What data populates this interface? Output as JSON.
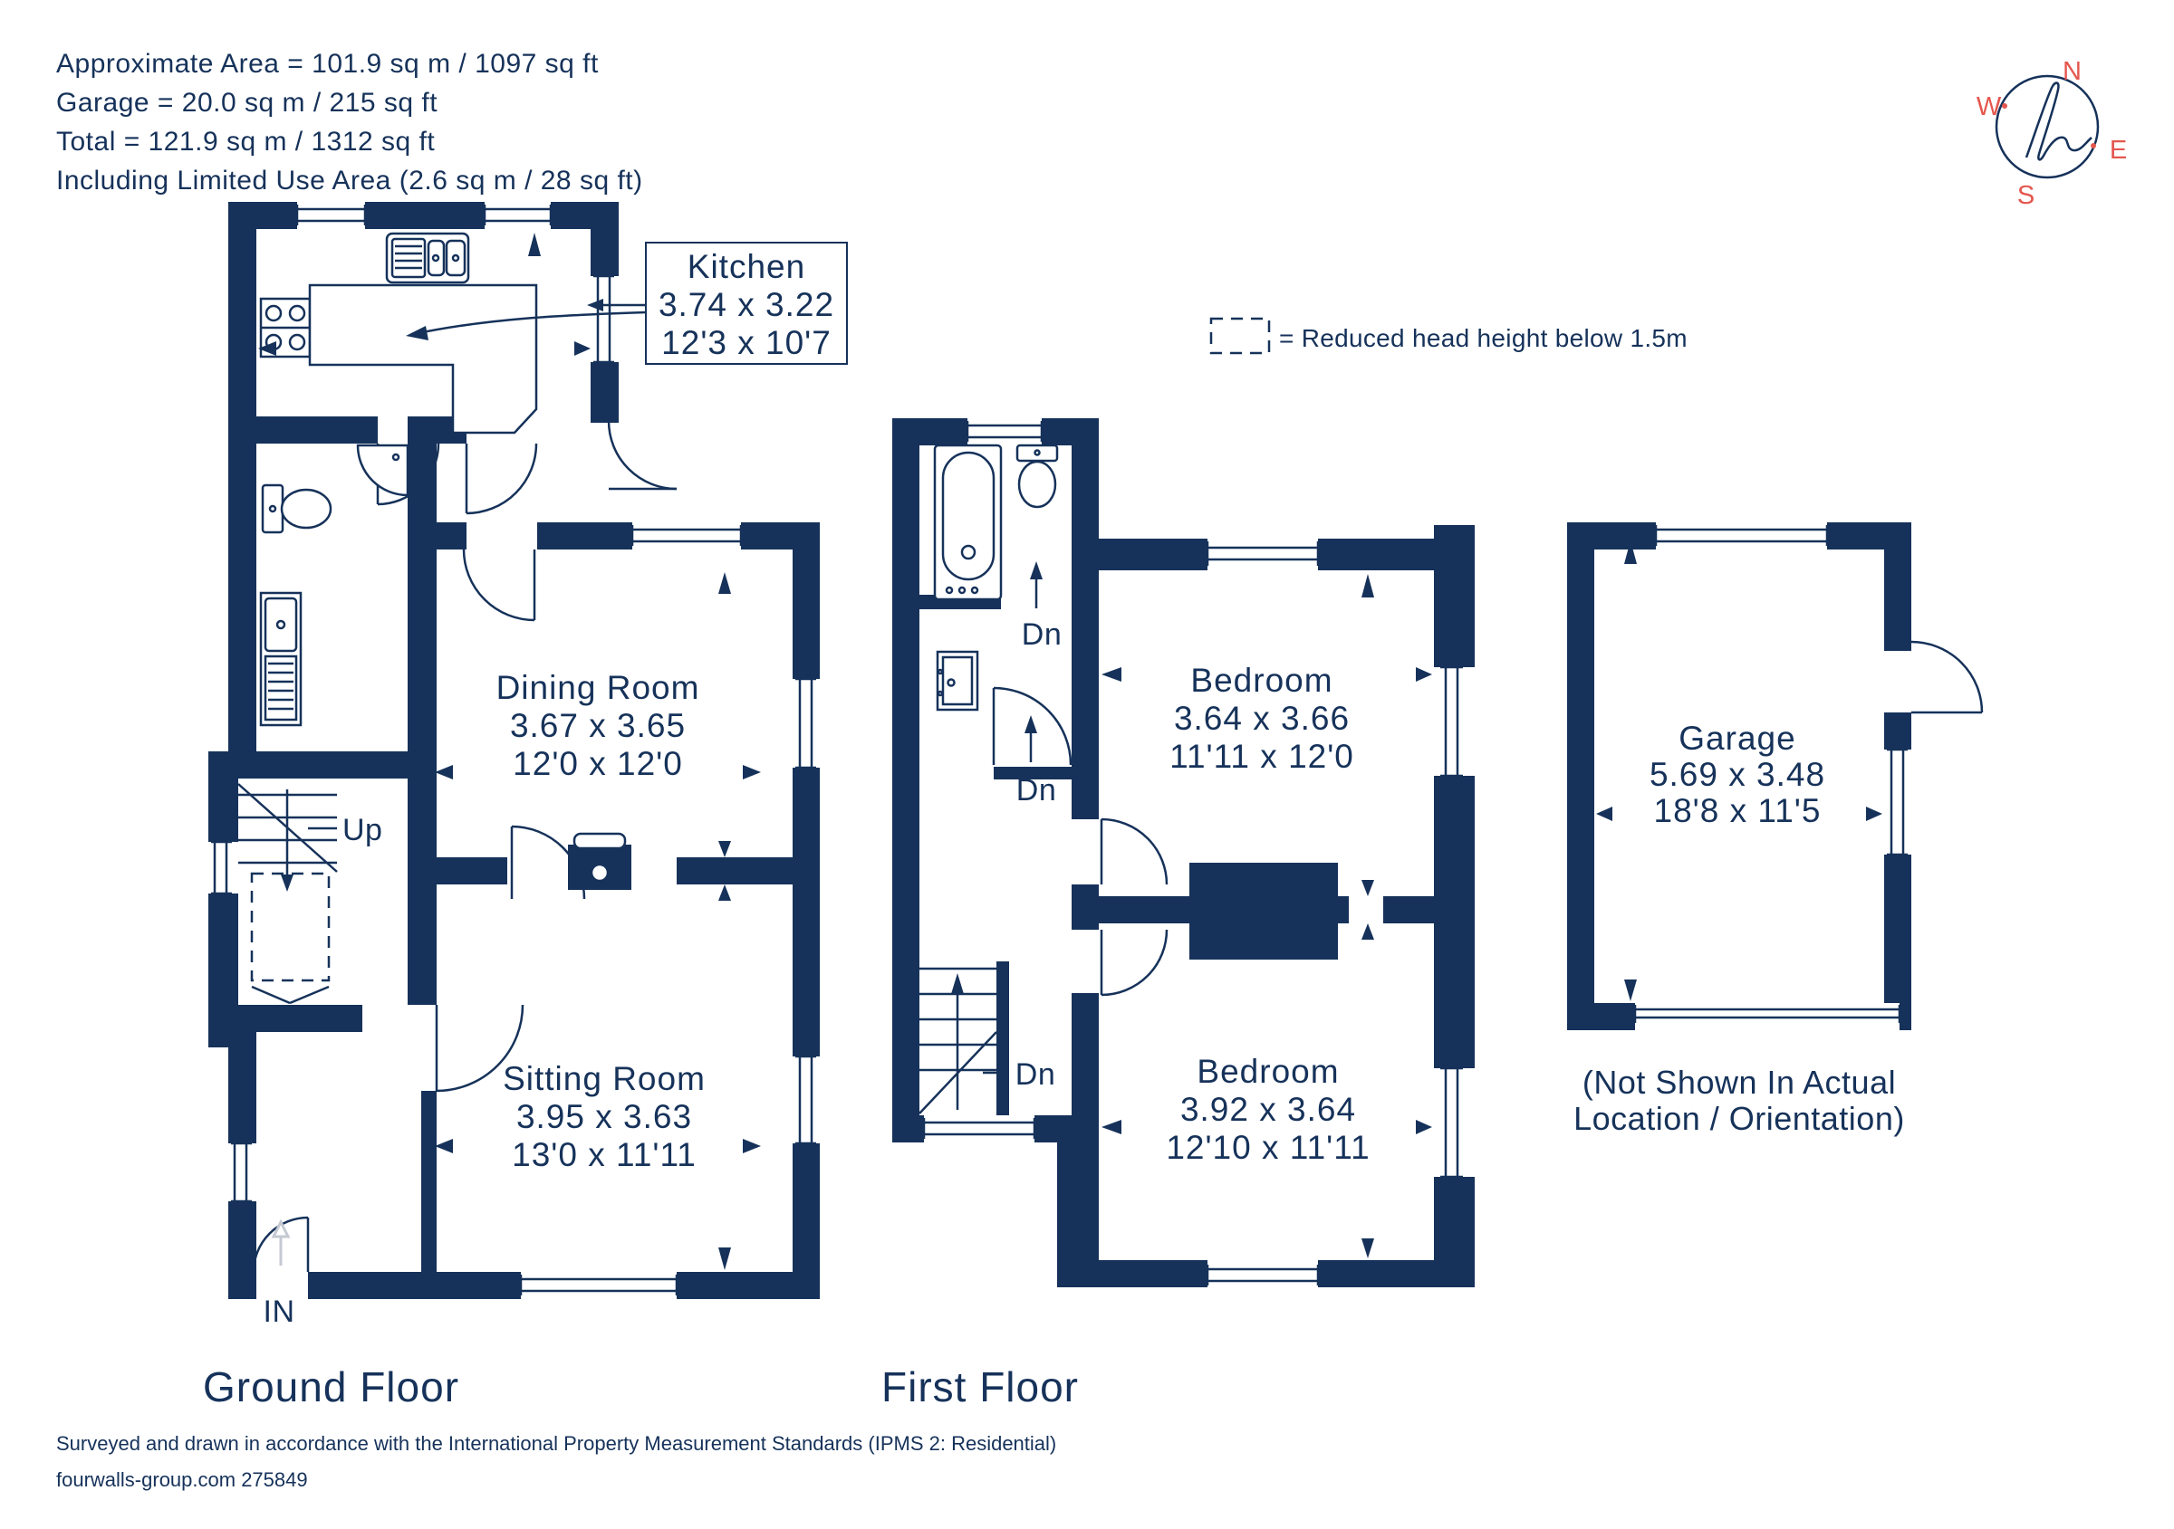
{
  "colors": {
    "wall_navy": "#16325a",
    "compass_red": "#e4574e",
    "entry_arrow_gray": "#c4c9d2",
    "background": "#ffffff"
  },
  "header": {
    "line1": "Approximate Area = 101.9 sq m / 1097 sq ft",
    "line2": "Garage = 20.0 sq m / 215 sq ft",
    "line3": "Total = 121.9 sq m / 1312 sq ft",
    "line4": "Including Limited Use Area (2.6 sq m / 28 sq ft)"
  },
  "legend": {
    "text": "= Reduced head height below 1.5m"
  },
  "compass": {
    "n": "N",
    "e": "E",
    "s": "S",
    "w": "W"
  },
  "ground_floor": {
    "title": "Ground Floor",
    "kitchen": {
      "name": "Kitchen",
      "metric": "3.74 x 3.22",
      "imperial": "12'3 x 10'7"
    },
    "dining": {
      "name": "Dining Room",
      "metric": "3.67 x 3.65",
      "imperial": "12'0 x 12'0"
    },
    "sitting": {
      "name": "Sitting Room",
      "metric": "3.95 x 3.63",
      "imperial": "13'0 x 11'11"
    },
    "stairs_label": "Up",
    "entrance_label": "IN"
  },
  "first_floor": {
    "title": "First Floor",
    "bedroom1": {
      "name": "Bedroom",
      "metric": "3.64 x 3.66",
      "imperial": "11'11 x 12'0"
    },
    "bedroom2": {
      "name": "Bedroom",
      "metric": "3.92 x 3.64",
      "imperial": "12'10 x 11'11"
    },
    "stairs_label": "Dn"
  },
  "garage": {
    "name": "Garage",
    "metric": "5.69 x 3.48",
    "imperial": "18'8 x 11'5",
    "note1": "(Not Shown In Actual",
    "note2": "Location / Orientation)"
  },
  "footer": {
    "surveyed": "Surveyed and drawn in accordance with the International Property Measurement Standards (IPMS 2: Residential)",
    "brand": "fourwalls-group.com 275849"
  }
}
